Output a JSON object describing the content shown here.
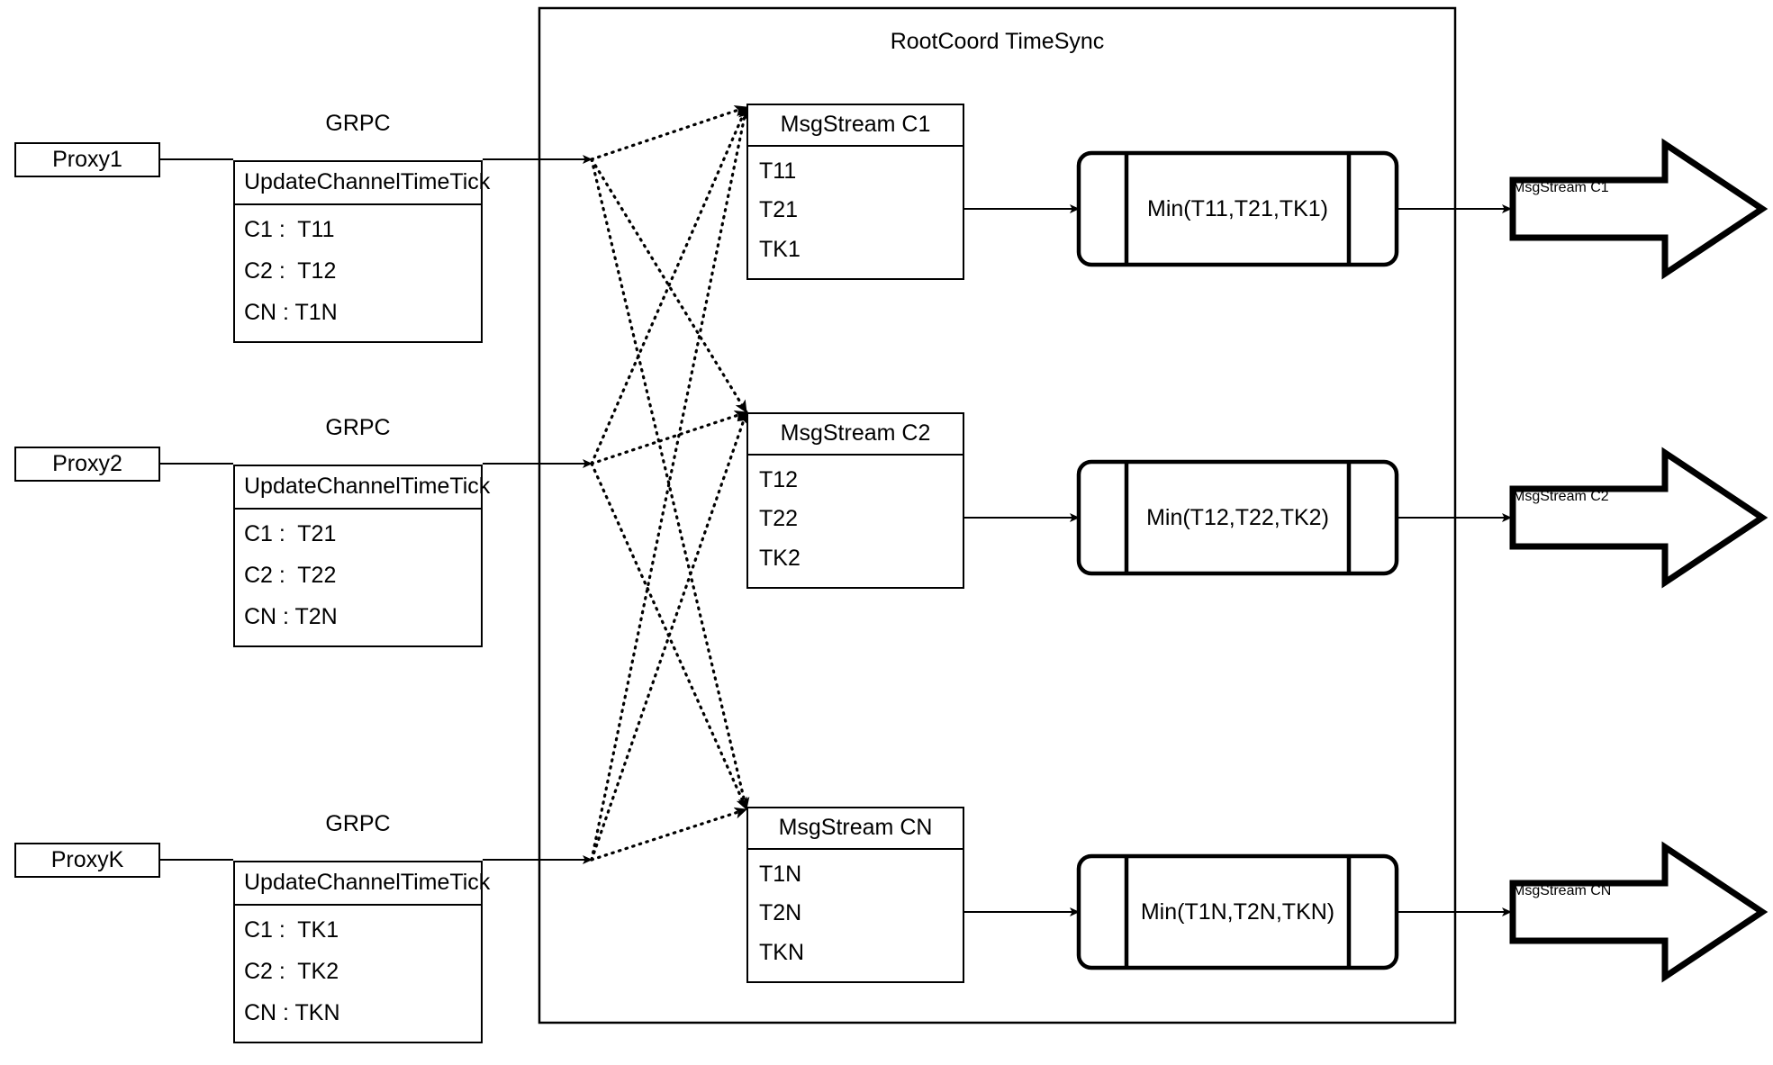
{
  "diagram": {
    "container_title": "RootCoord TimeSync",
    "link_label": "GRPC",
    "tick_box_title": "UpdateChannelTimeTick"
  },
  "proxies": [
    {
      "name": "Proxy1",
      "link_label": "GRPC",
      "tick_title": "UpdateChannelTimeTick",
      "rows": [
        "C1 :  T11",
        "C2 :  T12",
        "CN : T1N"
      ]
    },
    {
      "name": "Proxy2",
      "link_label": "GRPC",
      "tick_title": "UpdateChannelTimeTick",
      "rows": [
        "C1 :  T21",
        "C2 :  T22",
        "CN : T2N"
      ]
    },
    {
      "name": "ProxyK",
      "link_label": "GRPC",
      "tick_title": "UpdateChannelTimeTick",
      "rows": [
        "C1 :  TK1",
        "C2 :  TK2",
        "CN : TKN"
      ]
    }
  ],
  "channels": [
    {
      "stream_title": "MsgStream C1",
      "ticks": [
        "T11",
        "T21",
        "TK1"
      ],
      "min_label": "Min(T11,T21,TK1)",
      "output_label": "MsgStream C1"
    },
    {
      "stream_title": "MsgStream C2",
      "ticks": [
        "T12",
        "T22",
        "TK2"
      ],
      "min_label": "Min(T12,T22,TK2)",
      "output_label": "MsgStream C2"
    },
    {
      "stream_title": "MsgStream CN",
      "ticks": [
        "T1N",
        "T2N",
        "TKN"
      ],
      "min_label": "Min(T1N,T2N,TKN)",
      "output_label": "MsgStream CN"
    }
  ]
}
